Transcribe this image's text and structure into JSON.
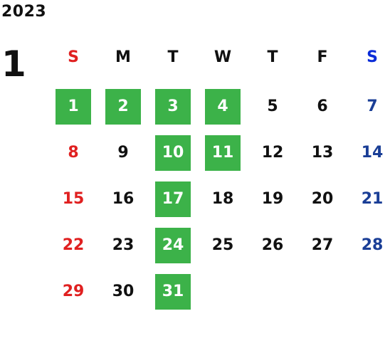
{
  "calendar": {
    "year": "2023",
    "month": "1",
    "weekdays": [
      "S",
      "M",
      "T",
      "W",
      "T",
      "F",
      "S"
    ],
    "days": [
      "1",
      "2",
      "3",
      "4",
      "5",
      "6",
      "7",
      "8",
      "9",
      "10",
      "11",
      "12",
      "13",
      "14",
      "15",
      "16",
      "17",
      "18",
      "19",
      "20",
      "21",
      "22",
      "23",
      "24",
      "25",
      "26",
      "27",
      "28",
      "29",
      "30",
      "31"
    ],
    "highlighted_days": [
      "1",
      "2",
      "3",
      "4",
      "10",
      "11",
      "17",
      "24",
      "31"
    ],
    "colors": {
      "sunday": "#e02020",
      "saturday": "#1a3e96",
      "saturday_header": "#0a2cd8",
      "weekday": "#111111",
      "highlight_bg": "#3cb249",
      "highlight_text": "#ffffff"
    }
  }
}
